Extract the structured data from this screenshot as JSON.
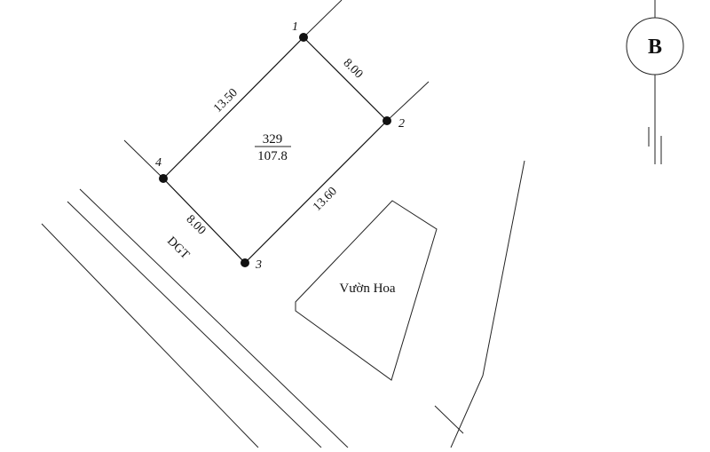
{
  "parcel": {
    "number": "329",
    "area": "107.8",
    "vertices": [
      {
        "id": "1",
        "label": "1"
      },
      {
        "id": "2",
        "label": "2"
      },
      {
        "id": "3",
        "label": "3"
      },
      {
        "id": "4",
        "label": "4"
      }
    ],
    "edges": {
      "e12": "8.00",
      "e23": "13.60",
      "e34": "8.00",
      "e41": "13.50"
    }
  },
  "labels": {
    "road": "DGT",
    "garden": "Vườn Hoa"
  },
  "north_arrow": {
    "letter": "B"
  }
}
